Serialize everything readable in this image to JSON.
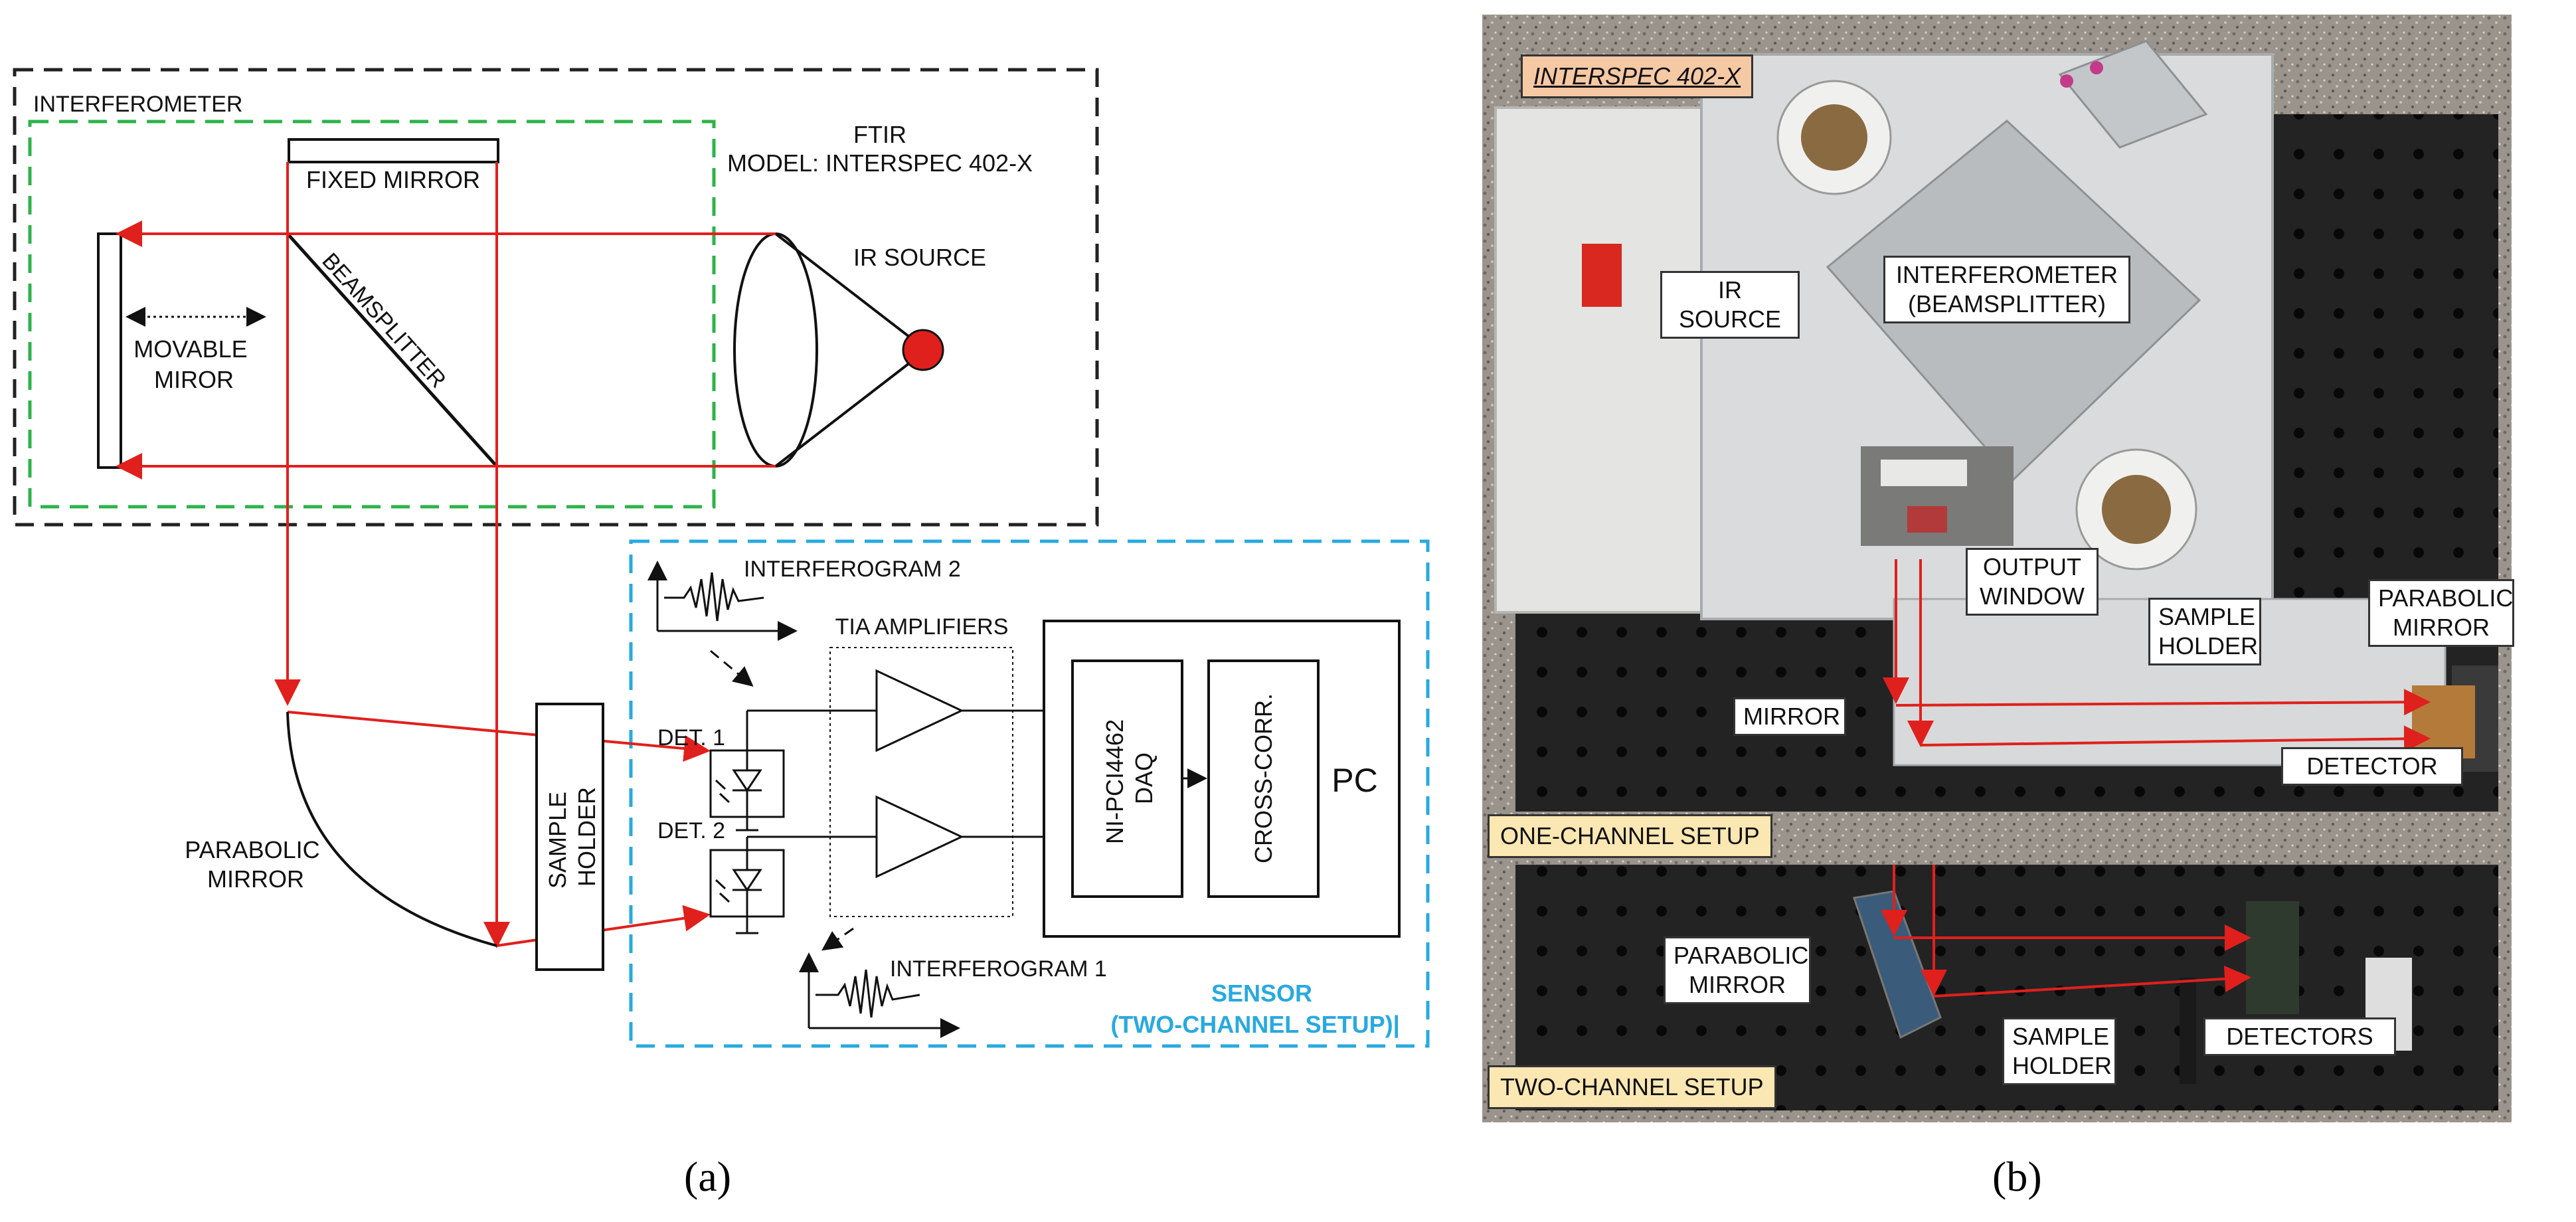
{
  "panel_a": {
    "caption": "(a)",
    "ftir_title": "FTIR",
    "ftir_model": "MODEL: INTERSPEC 402-X",
    "interferometer": "INTERFEROMETER",
    "fixed_mirror": "FIXED MIRROR",
    "ir_source": "IR SOURCE",
    "beamsplitter": "BEAMSPLITTER",
    "movable_mirror": [
      "MOVABLE",
      "MIROR"
    ],
    "interferogram_2": "INTERFEROGRAM 2",
    "interferogram_1": "INTERFEROGRAM 1",
    "tia_amplifiers": "TIA AMPLIFIERS",
    "det_1": "DET. 1",
    "det_2": "DET. 2",
    "daq": [
      "NI-PCI4462",
      "DAQ"
    ],
    "cross_corr": "CROSS-CORR.",
    "pc": "PC",
    "sample_holder": [
      "SAMPLE",
      "HOLDER"
    ],
    "parabolic_mirror": [
      "PARABOLIC",
      "MIRROR"
    ],
    "sensor": "SENSOR",
    "two_channel": "(TWO-CHANNEL SETUP)|",
    "colors": {
      "beam": "#e0201c",
      "ftir_box": "#222222",
      "interferometer_box": "#2db34a",
      "sensor_box": "#29a9e0",
      "sensor_text": "#29a9e0"
    }
  },
  "panel_b": {
    "caption": "(b)",
    "interspec": "INTERSPEC 402-X",
    "ir_source": [
      "IR",
      "SOURCE"
    ],
    "interferometer": [
      "INTERFEROMETER",
      "(BEAMSPLITTER)"
    ],
    "output_window": [
      "OUTPUT",
      "WINDOW"
    ],
    "sample_holder_top": [
      "SAMPLE",
      "HOLDER"
    ],
    "parabolic_mirror_top": [
      "PARABOLIC",
      "MIRROR"
    ],
    "mirror": "MIRROR",
    "detector": "DETECTOR",
    "one_channel": "ONE-CHANNEL SETUP",
    "parabolic_mirror_bottom": [
      "PARABOLIC",
      "MIRROR"
    ],
    "sample_holder_bottom": [
      "SAMPLE",
      "HOLDER"
    ],
    "detectors": "DETECTORS",
    "two_channel": "TWO-CHANNEL SETUP"
  }
}
